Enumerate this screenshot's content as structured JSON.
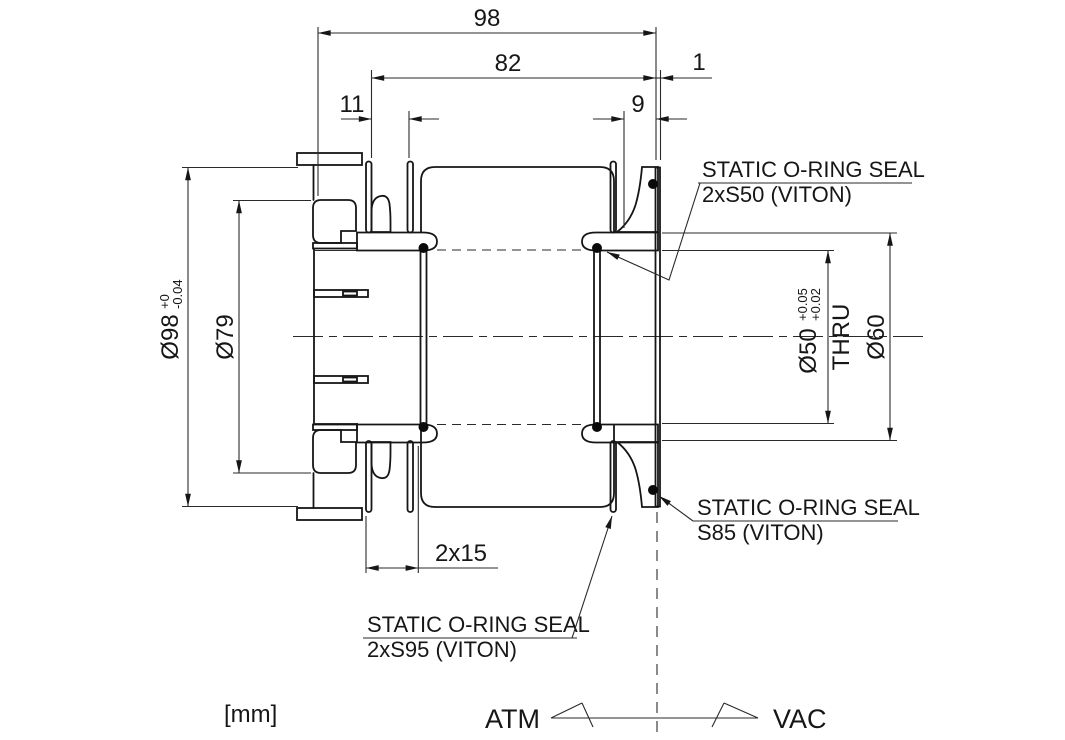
{
  "notes": {
    "units": "[mm]",
    "atm": "ATM",
    "vac": "VAC"
  },
  "dims": {
    "overall": "98",
    "body": "82",
    "plate": "1",
    "left_groove": "11",
    "right_groove": "9",
    "spacing": "2x15",
    "od_base": "Ø98",
    "od_tol_top": "+0",
    "od_tol_bot": "-0.04",
    "nut_od": "Ø79",
    "bore_base": "Ø50",
    "bore_tol_top": "+0.05",
    "bore_tol_bot": "+0.02",
    "thru": "THRU",
    "cbore": "Ø60"
  },
  "seals": {
    "s50": {
      "line1": "STATIC O-RING SEAL",
      "line2": "2xS50  (VITON)"
    },
    "s85": {
      "line1": "STATIC O-RING SEAL",
      "line2": "S85  (VITON)"
    },
    "s95": {
      "line1": "STATIC O-RING SEAL",
      "line2": "2xS95  (VITON)"
    }
  }
}
